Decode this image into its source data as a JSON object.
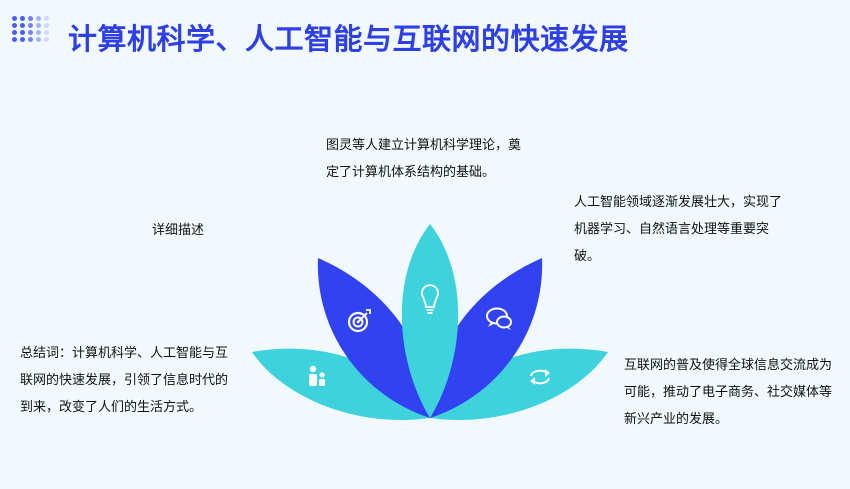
{
  "title": "计算机科学、人工智能与互联网的快速发展",
  "texts": {
    "top": "图灵等人建立计算机科学理论，奠定了计算机体系结构的基础。",
    "right_up": "人工智能领域逐渐发展壮大，实现了机器学习、自然语言处理等重要突破。",
    "right_down": "互联网的普及使得全球信息交流成为可能，推动了电子商务、社交媒体等新兴产业的发展。",
    "detail": "详细描述",
    "summary": "总结词：计算机科学、人工智能与互联网的快速发展，引领了信息时代的到来，改变了人们的生活方式。"
  },
  "icons": [
    "target-icon",
    "lightbulb-icon",
    "chat-bubbles-icon",
    "people-icon",
    "refresh-icon"
  ],
  "colors": {
    "title": "#2f3fe8",
    "petal_blue": "#3142f0",
    "petal_cyan": "#3ed2dc",
    "background": "#f1f9fd"
  }
}
